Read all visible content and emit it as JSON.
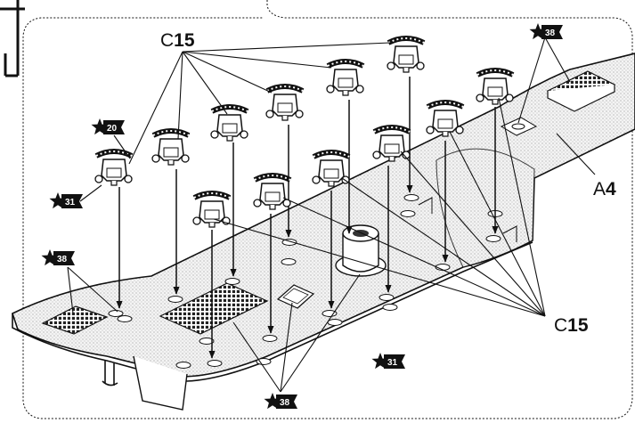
{
  "part_labels": {
    "c15_top": {
      "letter": "C",
      "number": "15"
    },
    "c15_bottom": {
      "letter": "C",
      "number": "15"
    },
    "a4": {
      "letter": "A",
      "number": "4"
    }
  },
  "paint_callouts": {
    "c20": "20",
    "c31_left": "31",
    "c31_bottom": "31",
    "c38_right": "38",
    "c38_left": "38",
    "c38_bottom": "38"
  },
  "colors": {
    "line": "#111111",
    "deck": "#f2f2f2",
    "paint_badge": "#111111",
    "paint_text": "#ffffff"
  },
  "icons": {
    "paint_badge": "star-flag-icon",
    "part": "deck-cannon-icon"
  }
}
